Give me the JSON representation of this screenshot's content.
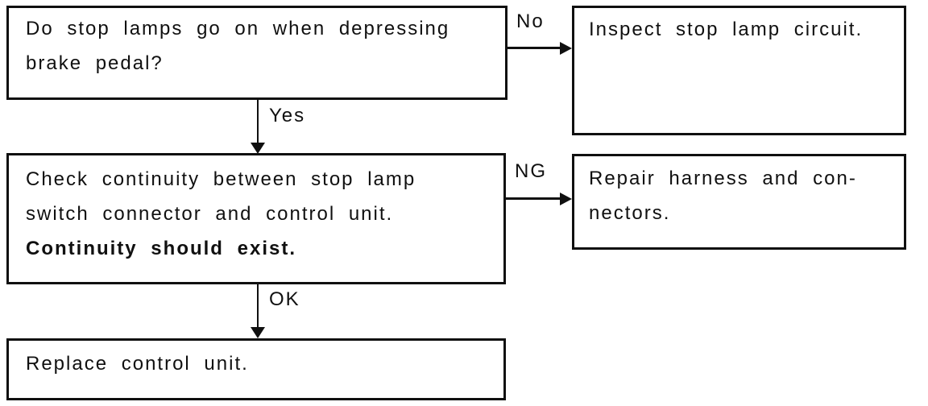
{
  "flowchart": {
    "boxes": {
      "question": {
        "line1": "Do stop lamps go on when depressing",
        "line2": "brake pedal?"
      },
      "inspect": {
        "line1": "Inspect stop lamp circuit."
      },
      "check": {
        "line1": "Check continuity between stop lamp",
        "line2": "switch connector and control unit.",
        "line3": "Continuity should exist."
      },
      "repair": {
        "line1": "Repair harness and con-",
        "line2": "nectors."
      },
      "replace": {
        "line1": "Replace control unit."
      }
    },
    "labels": {
      "no": "No",
      "yes": "Yes",
      "ng": "NG",
      "ok": "OK"
    },
    "colors": {
      "ink": "#101010",
      "background": "#ffffff"
    }
  }
}
